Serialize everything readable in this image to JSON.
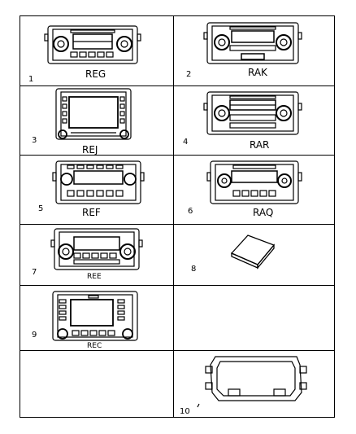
{
  "cells": [
    {
      "number": "1",
      "code": "REG"
    },
    {
      "number": "2",
      "code": "RAK"
    },
    {
      "number": "3",
      "code": "REJ"
    },
    {
      "number": "4",
      "code": "RAR"
    },
    {
      "number": "5",
      "code": "REF"
    },
    {
      "number": "6",
      "code": "RAQ"
    },
    {
      "number": "7",
      "code": "REE"
    },
    {
      "number": "8",
      "code": ""
    },
    {
      "number": "9",
      "code": "REC"
    },
    {
      "number": "",
      "code": ""
    },
    {
      "number": "",
      "code": ""
    },
    {
      "number": "10",
      "code": ""
    }
  ]
}
